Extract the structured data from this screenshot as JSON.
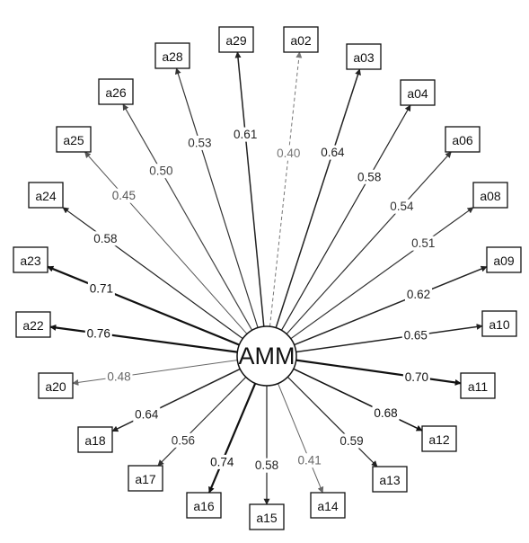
{
  "factor": {
    "label": "AMM"
  },
  "items": [
    {
      "label": "a02",
      "loading": "0.40",
      "dashed": true,
      "color": "#777777"
    },
    {
      "label": "a03",
      "loading": "0.64",
      "dashed": false,
      "color": "#222222"
    },
    {
      "label": "a04",
      "loading": "0.58",
      "dashed": false,
      "color": "#222222"
    },
    {
      "label": "a06",
      "loading": "0.54",
      "dashed": false,
      "color": "#333333"
    },
    {
      "label": "a08",
      "loading": "0.51",
      "dashed": false,
      "color": "#333333"
    },
    {
      "label": "a09",
      "loading": "0.62",
      "dashed": false,
      "color": "#222222"
    },
    {
      "label": "a10",
      "loading": "0.65",
      "dashed": false,
      "color": "#222222"
    },
    {
      "label": "a11",
      "loading": "0.70",
      "dashed": false,
      "color": "#111111"
    },
    {
      "label": "a12",
      "loading": "0.68",
      "dashed": false,
      "color": "#111111"
    },
    {
      "label": "a13",
      "loading": "0.59",
      "dashed": false,
      "color": "#222222"
    },
    {
      "label": "a14",
      "loading": "0.41",
      "dashed": false,
      "color": "#666666"
    },
    {
      "label": "a15",
      "loading": "0.58",
      "dashed": false,
      "color": "#222222"
    },
    {
      "label": "a16",
      "loading": "0.74",
      "dashed": false,
      "color": "#111111"
    },
    {
      "label": "a17",
      "loading": "0.56",
      "dashed": false,
      "color": "#333333"
    },
    {
      "label": "a18",
      "loading": "0.64",
      "dashed": false,
      "color": "#222222"
    },
    {
      "label": "a20",
      "loading": "0.48",
      "dashed": false,
      "color": "#666666"
    },
    {
      "label": "a22",
      "loading": "0.76",
      "dashed": false,
      "color": "#111111"
    },
    {
      "label": "a23",
      "loading": "0.71",
      "dashed": false,
      "color": "#111111"
    },
    {
      "label": "a24",
      "loading": "0.58",
      "dashed": false,
      "color": "#222222"
    },
    {
      "label": "a25",
      "loading": "0.45",
      "dashed": false,
      "color": "#555555"
    },
    {
      "label": "a26",
      "loading": "0.50",
      "dashed": false,
      "color": "#444444"
    },
    {
      "label": "a28",
      "loading": "0.53",
      "dashed": false,
      "color": "#333333"
    },
    {
      "label": "a29",
      "loading": "0.61",
      "dashed": false,
      "color": "#222222"
    }
  ]
}
